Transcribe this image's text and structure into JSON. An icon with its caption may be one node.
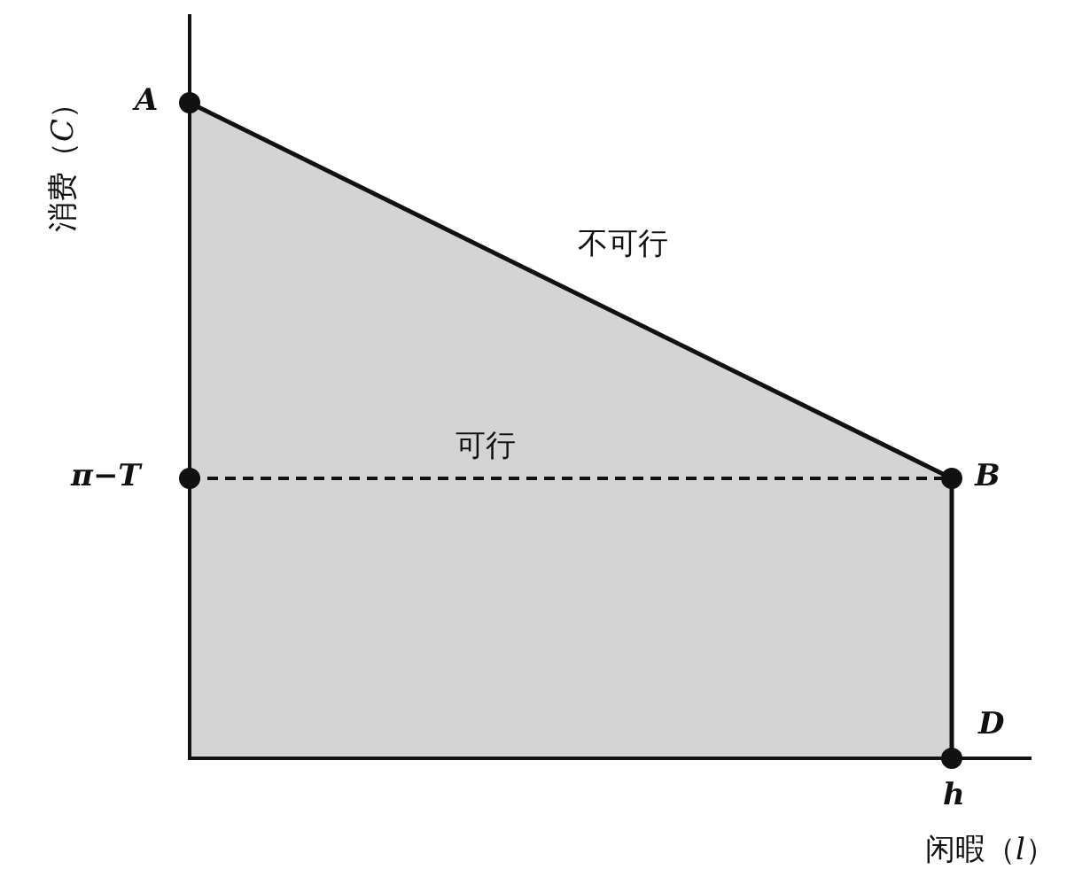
{
  "diagram": {
    "labels": [
      "A",
      "消费（*C*）",
      "不可行",
      "可行",
      "π−T",
      "B",
      "D",
      "h",
      "闲暇（*l*）"
    ]
  }
}
